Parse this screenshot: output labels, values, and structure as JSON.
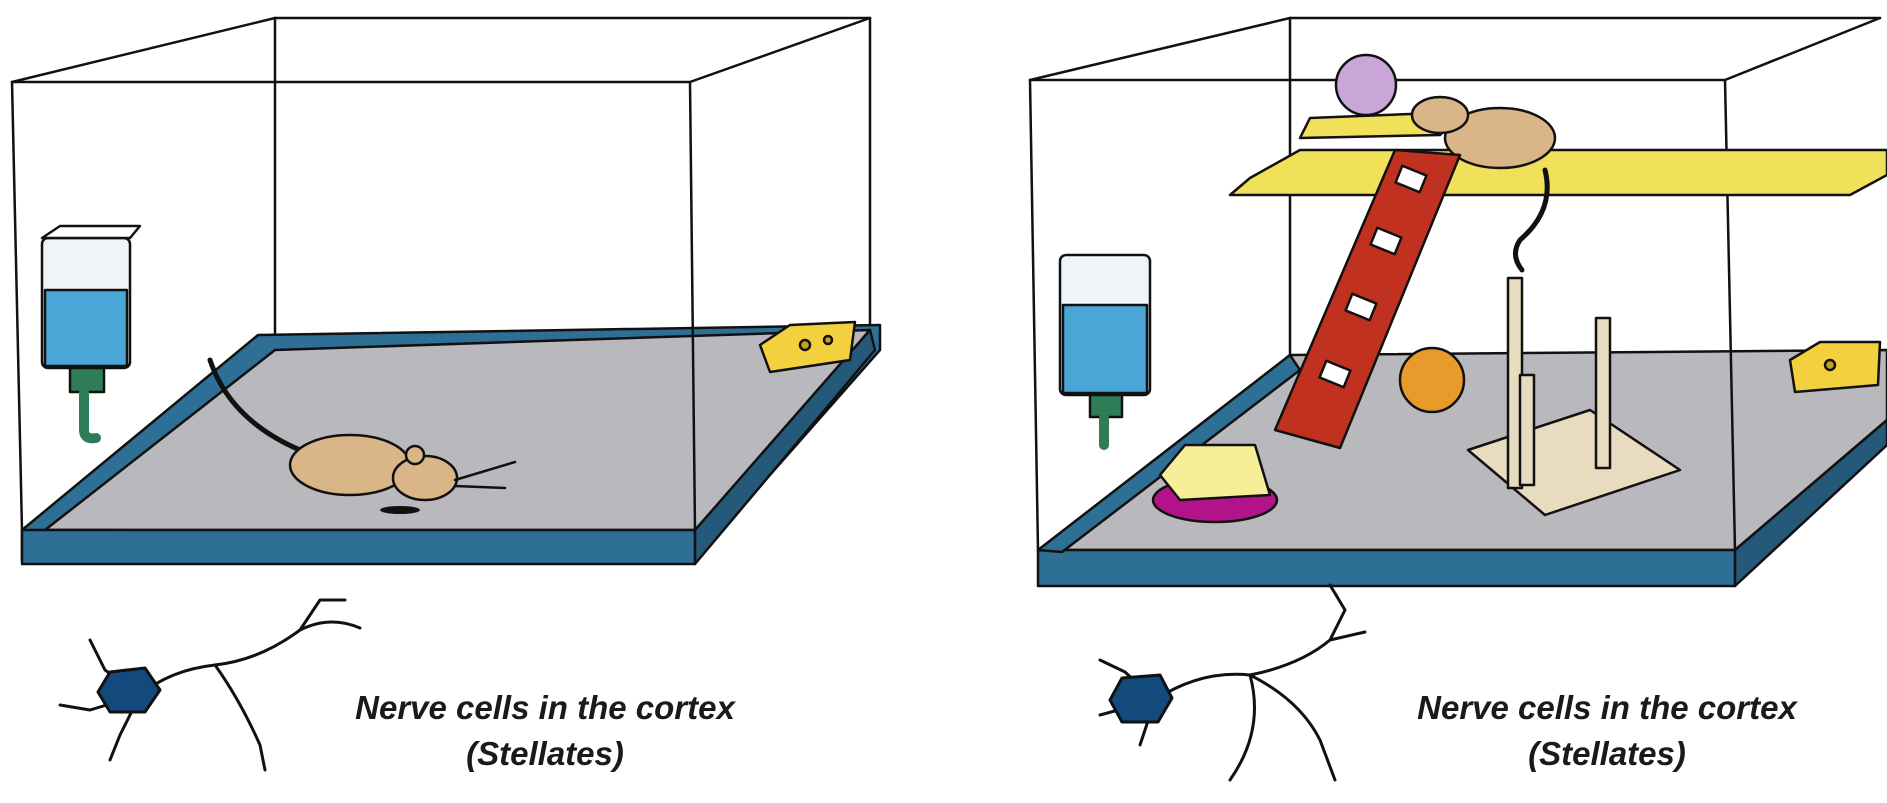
{
  "panels": [
    {
      "id": "standard-cage",
      "caption_line1": "Nerve cells in the cortex",
      "caption_line2": "(Stellates)"
    },
    {
      "id": "enriched-cage",
      "caption_line1": "Nerve cells in the cortex",
      "caption_line2": "(Stellates)"
    }
  ],
  "colors": {
    "floor": "#b9b8bd",
    "tray": "#2e6f96",
    "water": "#4aa6d6",
    "nozzle": "#2f7d57",
    "rat": "#d9b587",
    "cheese": "#f3d03e",
    "shelf": "#f0e05a",
    "ladder": "#c0321f",
    "ball": "#c9a6d8",
    "fuzzball": "#e89a2a",
    "neuron": "#124a7d"
  }
}
